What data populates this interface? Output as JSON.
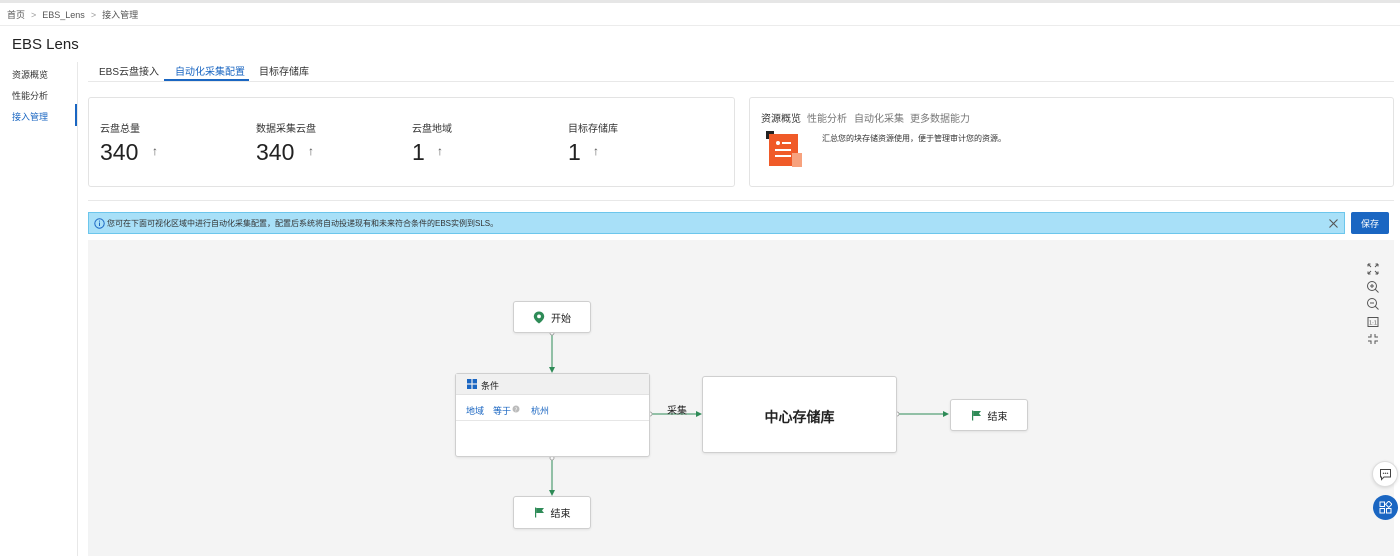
{
  "breadcrumb": {
    "items": [
      "首页",
      "EBS_Lens",
      "接入管理"
    ]
  },
  "app": {
    "title": "EBS Lens"
  },
  "sidebar": {
    "items": [
      {
        "label": "资源概览"
      },
      {
        "label": "性能分析"
      },
      {
        "label": "接入管理",
        "active": true
      }
    ]
  },
  "tabs": {
    "items": [
      {
        "label": "EBS云盘接入"
      },
      {
        "label": "自动化采集配置",
        "active": true
      },
      {
        "label": "目标存储库"
      }
    ]
  },
  "stats": {
    "items": [
      {
        "label": "云盘总量",
        "value": "340"
      },
      {
        "label": "数据采集云盘",
        "value": "340"
      },
      {
        "label": "云盘地域",
        "value": "1"
      },
      {
        "label": "目标存储库",
        "value": "1"
      }
    ]
  },
  "info_panel": {
    "tabs": [
      "资源概览",
      "性能分析",
      "自动化采集",
      "更多数据能力"
    ],
    "description": "汇总您的块存储资源使用，便于管理审计您的资源。"
  },
  "alert": {
    "text": "您可在下面可视化区域中进行自动化采集配置，配置后系统将自动投递现有和未来符合条件的EBS实例到SLS。"
  },
  "toolbar": {
    "save_label": "保存"
  },
  "flow": {
    "start_label": "开始",
    "condition": {
      "title": "条件",
      "field": "地域",
      "operator": "等于",
      "value": "杭州"
    },
    "edge_label": "采集",
    "center_label": "中心存储库",
    "end_right_label": "结束",
    "end_bottom_label": "结束"
  },
  "colors": {
    "accent": "#1a66c2",
    "alert_bg": "#a8e0f8",
    "flow_green": "#2e8b57",
    "orange": "#f05a28"
  }
}
